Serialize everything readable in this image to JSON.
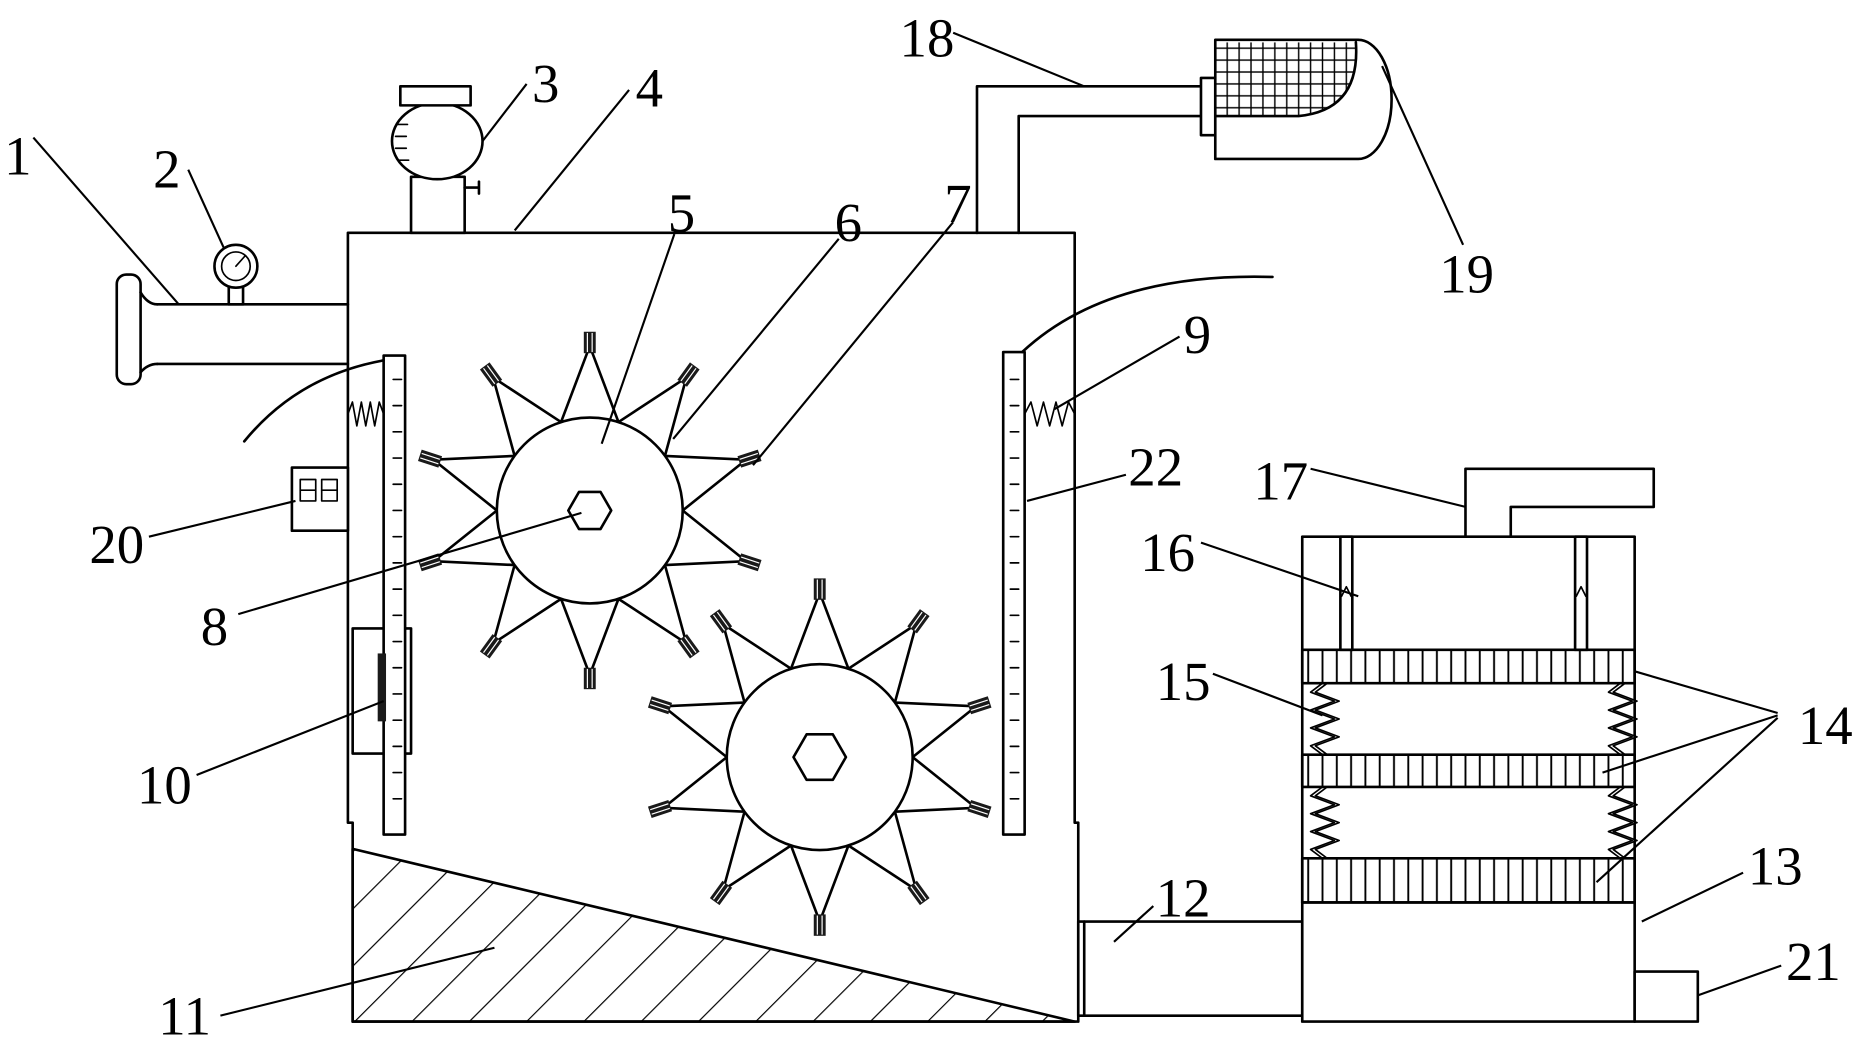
{
  "labels": [
    "1",
    "2",
    "3",
    "4",
    "5",
    "6",
    "7",
    "8",
    "9",
    "10",
    "11",
    "12",
    "13",
    "14",
    "15",
    "16",
    "17",
    "18",
    "19",
    "20",
    "21",
    "22"
  ],
  "colors": {
    "stroke": "#000000",
    "background": "#ffffff"
  }
}
